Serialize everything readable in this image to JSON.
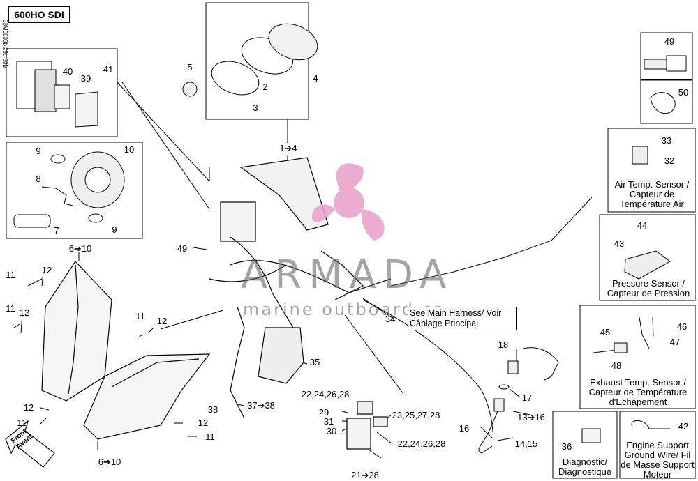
{
  "model": "600HO SDI",
  "side_code": "33M0833b 29b 30b",
  "watermark": {
    "brand": "ARMADA",
    "sub": "marine outboard.ca"
  },
  "see_main": "See Main Harness/ Voir Câblage Principal",
  "front": [
    "Front",
    "Avant"
  ],
  "labels": {
    "p1_4_top": "1➔4",
    "p2": "2",
    "p3": "3",
    "p4": "4",
    "p5": "5",
    "p6_10_a": "6➔10",
    "p6_10_b": "6➔10",
    "p7": "7",
    "p8": "8",
    "p9a": "9",
    "p9b": "9",
    "p10": "10",
    "p11a": "11",
    "p11b": "11",
    "p11c": "11",
    "p11d": "11",
    "p11e": "11",
    "p12a": "12",
    "p12b": "12",
    "p12c": "12",
    "p12d": "12",
    "p12e": "12",
    "p13_16": "13➔16",
    "p14_15": "14,15",
    "p16": "16",
    "p17": "17",
    "p18": "18",
    "p21_28": "21➔28",
    "p22a": "22,24,26,28",
    "p22b": "22,24,26,28",
    "p23": "23,25,27,28",
    "p29": "29",
    "p30": "30",
    "p31": "31",
    "p32": "32",
    "p33": "33",
    "p34": "34",
    "p35": "35",
    "p36": "36",
    "p37_38": "37➔38",
    "p38": "38",
    "p39": "39",
    "p40": "40",
    "p41": "41",
    "p42": "42",
    "p43": "43",
    "p44": "44",
    "p45": "45",
    "p46": "46",
    "p47": "47",
    "p48": "48",
    "p49a": "49",
    "p49b": "49",
    "p50": "50"
  },
  "boxes": {
    "air_temp": "Air Temp. Sensor / Capteur de Température Air",
    "pressure": "Pressure Sensor / Capteur de Pression",
    "exhaust": "Exhaust Temp. Sensor / Capteur de Température d'Echapement",
    "diagnostic": "Diagnostic/ Diagnostique",
    "ground": "Engine Support Ground Wire/ Fil de Masse Support Moteur"
  },
  "colors": {
    "watermark_logo": "#e8a0c8",
    "watermark_text": "#5a5a5a",
    "line": "#000000"
  }
}
